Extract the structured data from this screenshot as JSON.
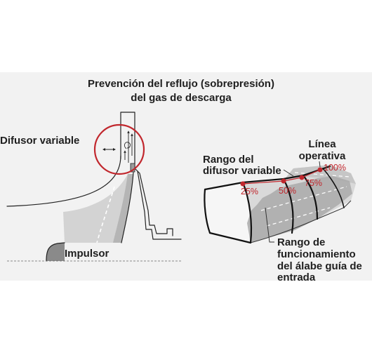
{
  "title": {
    "line1": "Prevención del reflujo (sobrepresión)",
    "line2": "del gas de descarga"
  },
  "left": {
    "diffuser_label": "Difusor variable",
    "impeller_label": "Impulsor"
  },
  "right": {
    "diffuser_range": {
      "line1": "Rango del",
      "line2": "difusor variable"
    },
    "operating_line": {
      "line1": "Línea",
      "line2": "operativa"
    },
    "points": [
      "25%",
      "50%",
      "75%",
      "100%"
    ],
    "igv_range": {
      "line1": "Rango de",
      "line2": "funcionamiento",
      "line3": "del álabe guía de",
      "line4": "entrada"
    }
  },
  "colors": {
    "accent": "#c1272d",
    "band": "#f2f2f2",
    "background": "#ffffff"
  }
}
